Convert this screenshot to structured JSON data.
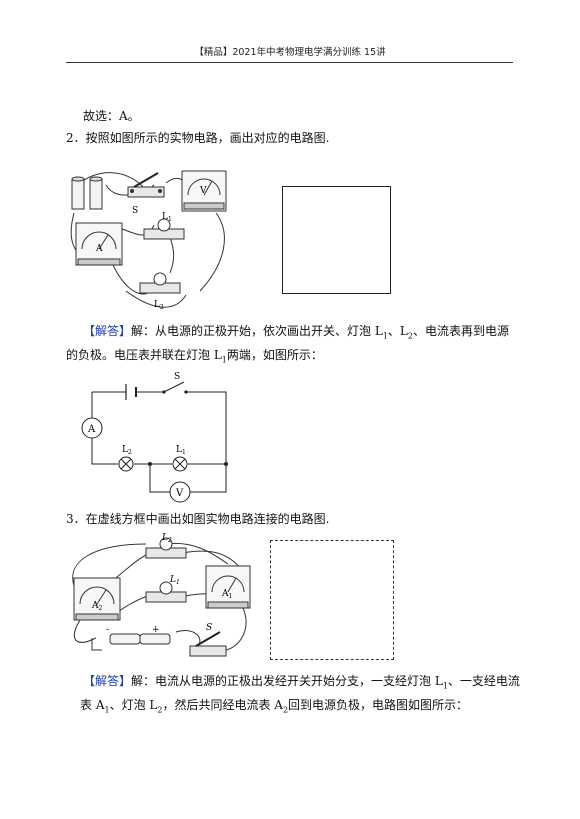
{
  "header": {
    "title": "【精品】2021年中考物理电学满分训练 15讲"
  },
  "answer_line": "故选：A。",
  "q2": {
    "number": "2．",
    "text": "按照如图所示的实物电路，画出对应的电路图.",
    "labels": {
      "switch": "S",
      "lamp1": "L",
      "lamp1_sub": "1",
      "lamp2": "L",
      "lamp2_sub": "2",
      "ammeter": "A",
      "voltmeter": "V"
    },
    "solution": {
      "tag": "【解答】",
      "l1_a": "解：从电源的正极开始，依次画出开关、灯泡 L",
      "l1_b": "、L",
      "l1_c": "、电流表再到电源",
      "sub1": "1",
      "sub2": "2",
      "l2_a": "的负极。电压表并联在灯泡 L",
      "l2_b": "两端，如图所示："
    },
    "circuit": {
      "S": "S",
      "A": "A",
      "V": "V",
      "L1": "L",
      "L1sub": "1",
      "L2": "L",
      "L2sub": "2"
    }
  },
  "q3": {
    "number": "3．",
    "text": "在虚线方框中画出如图实物电路连接的电路图.",
    "labels": {
      "lamp2": "L",
      "lamp2_sub": "2",
      "lamp1": "L",
      "lamp1_sub": "1",
      "meter_a2": "A",
      "meter_a2_sub": "2",
      "meter_a1": "A",
      "meter_a1_sub": "1",
      "minus": "-",
      "plus": "+",
      "switch": "S"
    },
    "solution": {
      "tag": "【解答】",
      "l1_a": "解：电流从电源的正极出发经开关开始分支，一支经灯泡 L",
      "l1_b": "、一支经电流",
      "sub1": "1",
      "l2_a": "表 A",
      "l2_b": "、灯泡 L",
      "l2_c": "，然后共同经电流表 A",
      "l2_d": "回到电源负极，电路图如图所示：",
      "s2a": "1",
      "s2b": "2",
      "s2c": "2"
    }
  }
}
